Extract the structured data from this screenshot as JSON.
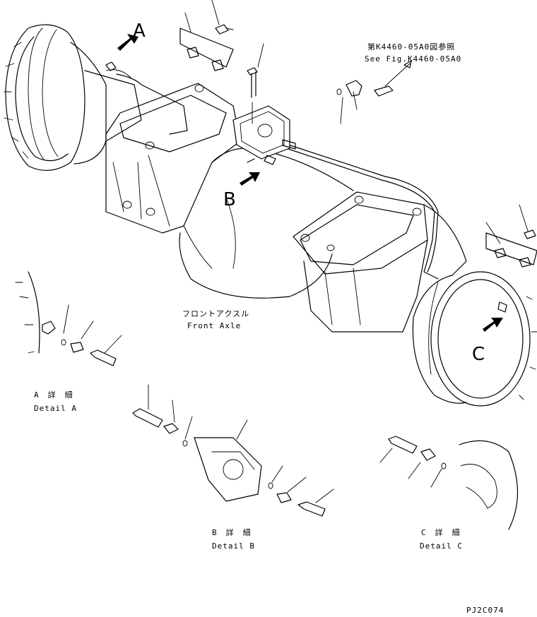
{
  "labels": {
    "callout_a": "A",
    "callout_b": "B",
    "callout_c": "C",
    "ref_jp": "第K4460-05A0図参照",
    "ref_en": "See Fig.K4460-05A0",
    "axle_jp": "フロントアクスル",
    "axle_en": "Front Axle",
    "detail_a_jp": "A　詳　細",
    "detail_a_en": "Detail A",
    "detail_b_jp": "B　詳　細",
    "detail_b_en": "Detail B",
    "detail_c_jp": "C　詳　細",
    "detail_c_en": "Detail C",
    "drawing_no": "PJ2C074"
  }
}
